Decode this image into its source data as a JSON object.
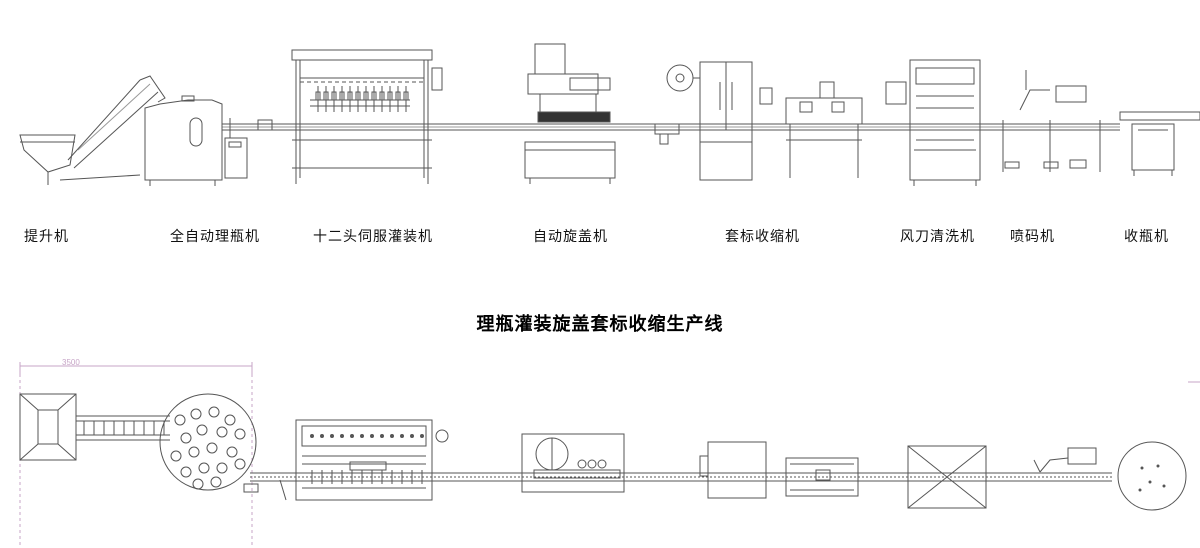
{
  "title": "理瓶灌装旋盖套标收缩生产线",
  "dimension_label": "3500",
  "machines": [
    {
      "id": "elevator",
      "label": "提升机",
      "icon": "bottle-elevator-icon"
    },
    {
      "id": "unscrambler",
      "label": "全自动理瓶机",
      "icon": "bottle-unscrambler-icon"
    },
    {
      "id": "filler",
      "label": "十二头伺服灌装机",
      "icon": "servo-filler-icon"
    },
    {
      "id": "capper",
      "label": "自动旋盖机",
      "icon": "capping-machine-icon"
    },
    {
      "id": "sleeve",
      "label": "套标收缩机",
      "icon": "sleeve-shrink-icon"
    },
    {
      "id": "airknife",
      "label": "风刀清洗机",
      "icon": "air-knife-icon"
    },
    {
      "id": "coder",
      "label": "喷码机",
      "icon": "inkjet-coder-icon"
    },
    {
      "id": "collector",
      "label": "收瓶机",
      "icon": "bottle-collector-icon"
    }
  ],
  "colors": {
    "line": "#555555",
    "dimension": "#c7a5c7",
    "text": "#111111"
  }
}
